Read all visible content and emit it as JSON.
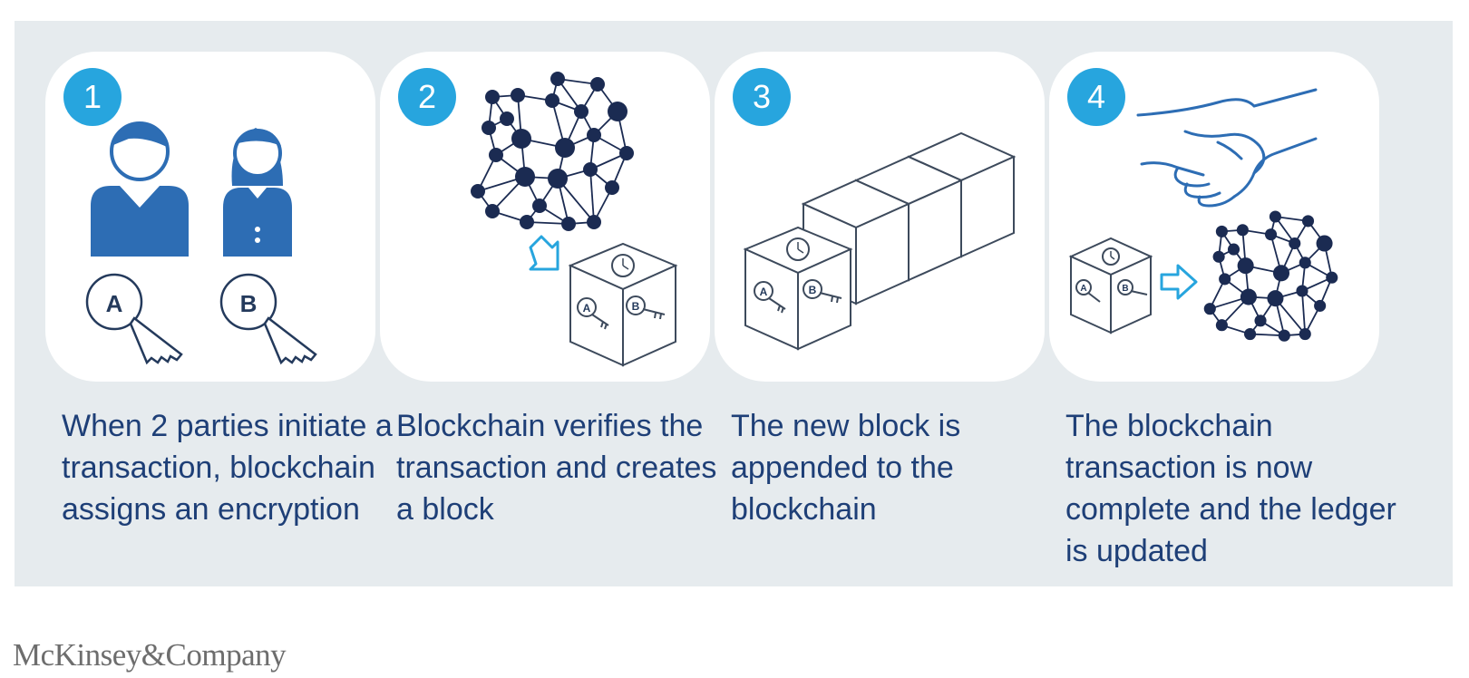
{
  "steps": [
    {
      "number": "1",
      "caption": "When 2 parties initiate a transaction, blockchain assigns an encryption",
      "keys": [
        "A",
        "B"
      ]
    },
    {
      "number": "2",
      "caption": "Blockchain verifies the transaction and creates a block",
      "keys": [
        "A",
        "B"
      ]
    },
    {
      "number": "3",
      "caption": "The new block is appended to the blockchain",
      "keys": [
        "A",
        "B"
      ]
    },
    {
      "number": "4",
      "caption": "The blockchain transaction is now complete and the ledger is updated",
      "keys": [
        "A",
        "B"
      ]
    }
  ],
  "footer": {
    "brand": "McKinsey&Company"
  },
  "colors": {
    "navy": "#1e3f77",
    "accent": "#27a5de",
    "panel": "#e6ebee",
    "line": "#3d4a5c"
  },
  "icons": [
    "person-icon",
    "key-icon",
    "network-icon",
    "block-cube-icon",
    "arrow-icon",
    "handshake-icon"
  ]
}
